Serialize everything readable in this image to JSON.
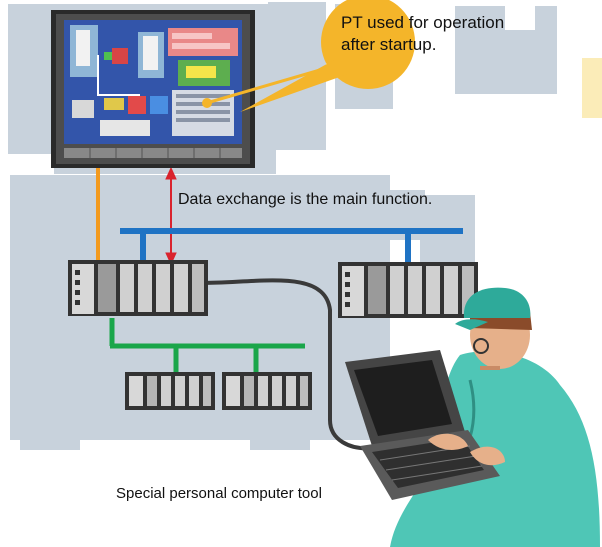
{
  "annotations": {
    "pt_callout": "PT used for operation after startup.",
    "data_exchange": "Data exchange is the main function.",
    "pc_tool": "Special personal computer tool"
  },
  "colors": {
    "background_machine": "#c8d2dc",
    "callout_bubble": "#f4b52a",
    "plc_network": "#1f73c4",
    "device_network": "#1aa64a",
    "pt_link": "#f39a1e",
    "pc_cable": "#3a3a3a",
    "data_arrow": "#d9232d",
    "operator_shirt": "#4fc6b6",
    "operator_cap": "#2eaa9a"
  },
  "icons": [
    "touch-panel-pt",
    "plc-rack",
    "laptop-computer",
    "operator-person"
  ]
}
